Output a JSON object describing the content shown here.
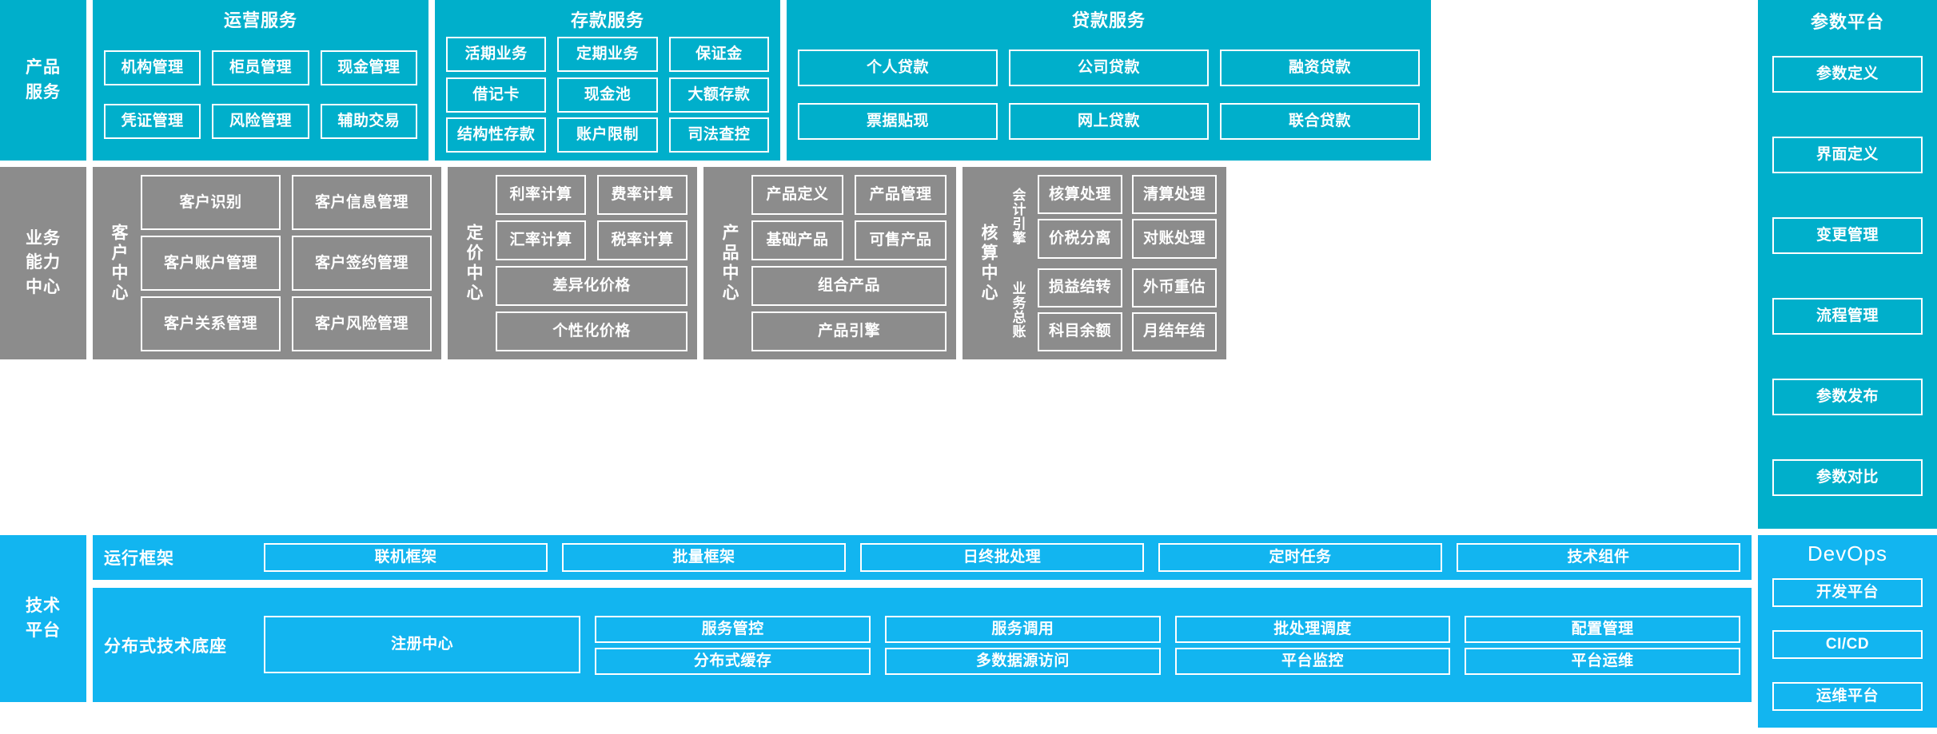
{
  "bands": {
    "products": {
      "label": "产品\n服务",
      "label_lines": [
        "产品",
        "服务"
      ]
    },
    "business": {
      "label_lines": [
        "业务",
        "能力",
        "中心"
      ]
    },
    "technical": {
      "label_lines": [
        "技术",
        "平台"
      ]
    }
  },
  "product_services": {
    "operation": {
      "title": "运营服务",
      "rows": [
        [
          "机构管理",
          "柜员管理",
          "现金管理"
        ],
        [
          "凭证管理",
          "风险管理",
          "辅助交易"
        ]
      ]
    },
    "deposit": {
      "title": "存款服务",
      "rows": [
        [
          "活期业务",
          "定期业务",
          "保证金"
        ],
        [
          "借记卡",
          "现金池",
          "大额存款"
        ],
        [
          "结构性存款",
          "账户限制",
          "司法查控"
        ]
      ]
    },
    "loan": {
      "title": "贷款服务",
      "rows": [
        [
          "个人贷款",
          "公司贷款",
          "融资贷款"
        ],
        [
          "票据贴现",
          "网上贷款",
          "联合贷款"
        ]
      ]
    }
  },
  "parameter_platform": {
    "title": "参数平台",
    "items": [
      "参数定义",
      "界面定义",
      "变更管理",
      "流程管理",
      "参数发布",
      "参数对比"
    ]
  },
  "devops": {
    "title": "DevOps",
    "items": [
      "开发平台",
      "CI/CD",
      "运维平台"
    ]
  },
  "business_centers": {
    "customer": {
      "title": "客户中心",
      "rows": [
        [
          "客户识别",
          "客户信息管理"
        ],
        [
          "客户账户管理",
          "客户签约管理"
        ],
        [
          "客户关系管理",
          "客户风险管理"
        ]
      ]
    },
    "pricing": {
      "title": "定价中心",
      "rows": [
        [
          "利率计算",
          "费率计算"
        ],
        [
          "汇率计算",
          "税率计算"
        ],
        [
          "差异化价格"
        ],
        [
          "个性化价格"
        ]
      ]
    },
    "product": {
      "title": "产品中心",
      "rows": [
        [
          "产品定义",
          "产品管理"
        ],
        [
          "基础产品",
          "可售产品"
        ],
        [
          "组合产品"
        ],
        [
          "产品引擎"
        ]
      ]
    },
    "accounting": {
      "title": "核算中心",
      "sub_groups": [
        {
          "label": "会计引擎",
          "rows": [
            [
              "核算处理",
              "清算处理"
            ],
            [
              "价税分离",
              "对账处理"
            ]
          ]
        },
        {
          "label": "业务总账",
          "rows": [
            [
              "损益结转",
              "外币重估"
            ],
            [
              "科目余额",
              "月结年结"
            ]
          ]
        }
      ]
    }
  },
  "technical_platform": {
    "runtime": {
      "name": "运行框架",
      "columns": [
        [
          "联机框架"
        ],
        [
          "批量框架"
        ],
        [
          "日终批处理"
        ],
        [
          "定时任务"
        ],
        [
          "技术组件"
        ]
      ]
    },
    "base": {
      "name": "分布式技术底座",
      "columns": [
        [
          "注册中心"
        ],
        [
          "服务管控",
          "分布式缓存"
        ],
        [
          "服务调用",
          "多数据源访问"
        ],
        [
          "批处理调度",
          "平台监控"
        ],
        [
          "配置管理",
          "平台运维"
        ]
      ]
    }
  },
  "colors": {
    "teal": "#00AFCB",
    "gray": "#8C8C8C",
    "blue": "#12B5F0",
    "white": "#FFFFFF"
  }
}
